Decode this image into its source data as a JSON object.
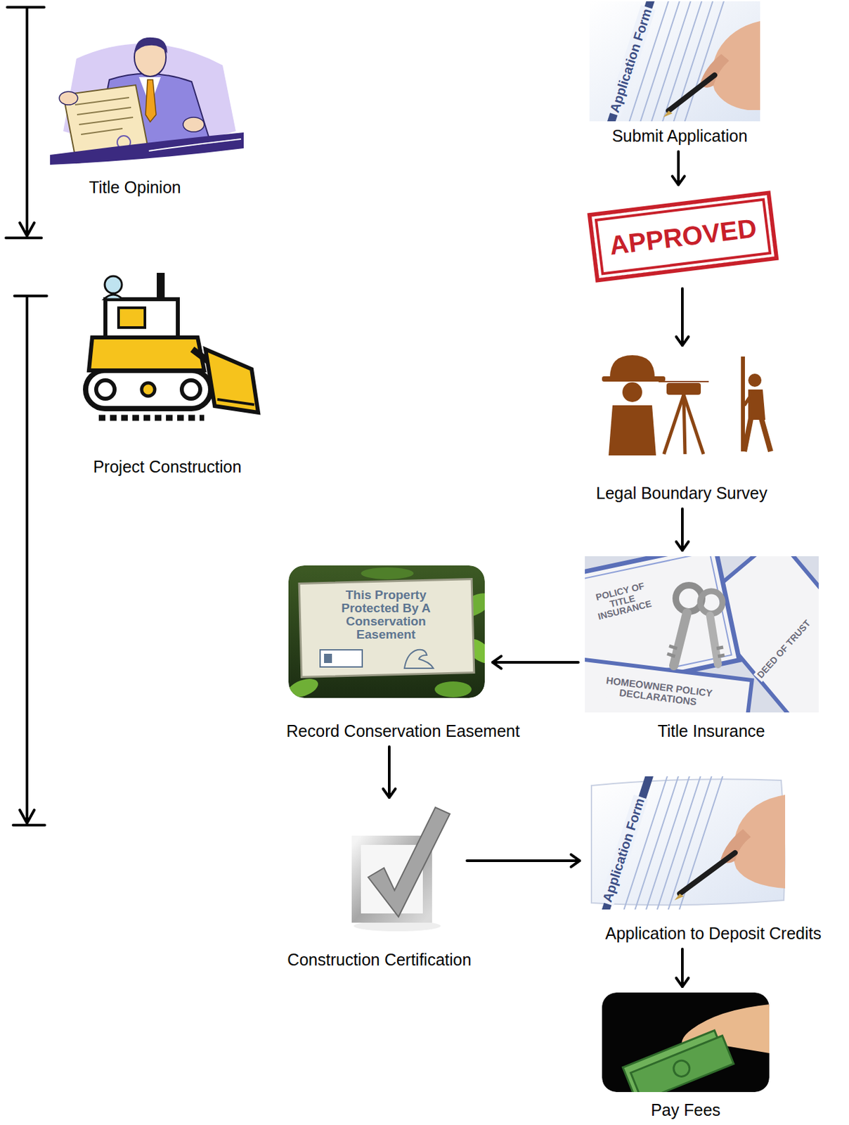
{
  "diagram": {
    "nodes": [
      {
        "text": [
          "Title Opinion"
        ]
      },
      {
        "text": [
          "Submit Application"
        ]
      },
      {
        "text": [
          "APPROVED"
        ]
      },
      {
        "text": [
          "Project Construction"
        ]
      },
      {
        "text": [
          "Legal Boundary Survey"
        ]
      },
      {
        "text": [
          "Record Conservation Easement"
        ]
      },
      {
        "text": [
          "Title Insurance"
        ]
      },
      {
        "text": [
          "Construction Certification"
        ]
      },
      {
        "text": [
          "Application to Deposit Credits"
        ]
      },
      {
        "text": [
          "Pay Fees"
        ]
      }
    ],
    "edges": [
      {
        "from": 1,
        "to": 2,
        "arrow": "to"
      },
      {
        "from": 2,
        "to": 4,
        "arrow": "to"
      },
      {
        "from": 4,
        "to": 6,
        "arrow": "to"
      },
      {
        "from": 6,
        "to": 5,
        "arrow": "to"
      },
      {
        "from": 5,
        "to": 7,
        "arrow": "to"
      },
      {
        "from": 7,
        "to": 8,
        "arrow": "to"
      },
      {
        "from": 8,
        "to": 9,
        "arrow": "to"
      }
    ],
    "labels": [
      "Application Form",
      "POLICY OF TITLE INSURANCE",
      "This Property Protected By A Conservation Easement",
      "DEED OF TRUST",
      "HOMEOWNER POLICY DECLARATIONS",
      "Application Form"
    ]
  }
}
